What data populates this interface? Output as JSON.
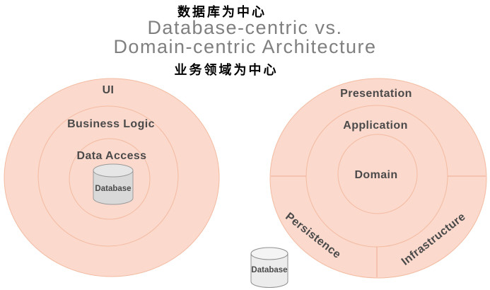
{
  "header": {
    "subtitle_top": "数据库为中心",
    "title_line1": "Database-centric vs.",
    "title_line2": "Domain-centric Architecture",
    "subtitle_bottom": "业务领域为中心"
  },
  "left_diagram": {
    "meaning": "database-centric layered architecture",
    "layers": {
      "outer": "UI",
      "middle": "Business Logic",
      "inner": "Data Access"
    },
    "database_label": "Database"
  },
  "right_diagram": {
    "meaning": "domain-centric (onion) architecture",
    "layers": {
      "outer_top": "Presentation",
      "middle": "Application",
      "inner": "Domain",
      "outer_bottom_left": "Persistence",
      "outer_bottom_right": "Infrastructure"
    },
    "database_label": "Database"
  },
  "colors": {
    "ring_fill": "#fcd9cd",
    "ring_stroke": "#f2bba1",
    "layer_text": "#4a4a4a",
    "title_text": "#7f7f7f",
    "subtitle_text": "#000000",
    "cylinder_fill_left": "#d9d9d9",
    "cylinder_fill_right": "#ececec",
    "cylinder_stroke": "#9a9a9a"
  }
}
